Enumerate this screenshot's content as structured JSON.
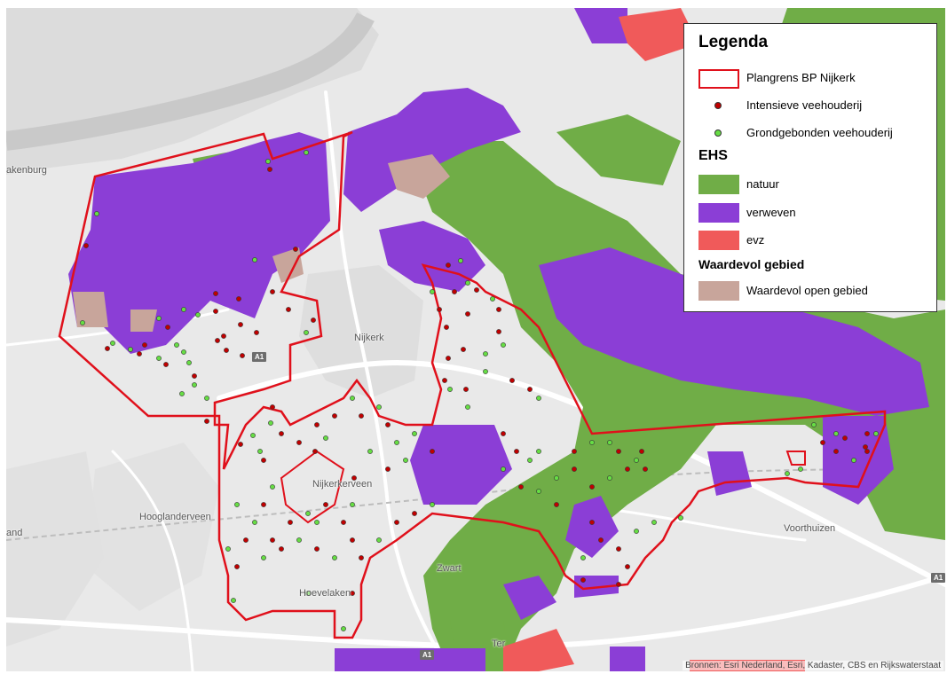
{
  "legend": {
    "title": "Legenda",
    "items": {
      "plangrens": "Plangrens BP Nijkerk",
      "intensieve": "Intensieve veehouderij",
      "grondgebonden": "Grondgebonden veehouderij"
    },
    "ehs_heading": "EHS",
    "ehs": {
      "natuur": "natuur",
      "verweven": "verweven",
      "evz": "evz"
    },
    "waardevol_heading": "Waardevol gebied",
    "waardevol": {
      "open": "Waardevol open gebied"
    }
  },
  "places": {
    "nijkerk": "Nijkerk",
    "nijkerkerveen": "Nijkerkerveen",
    "hooglanderveen": "Hooglanderveen",
    "voorthuizen": "Voorthuizen",
    "hoevelaken": "Hoevelaken",
    "zwartebroek": "Zwart",
    "terschuur": "Ter",
    "spakenburg": "akenburg",
    "amersfoort": "and"
  },
  "road_labels": {
    "a1_east": "A1",
    "a28": "A1",
    "a1_south": "A1"
  },
  "attribution": "Bronnen: Esri Nederland, Esri, Kadaster, CBS en Rijkswaterstaat",
  "colors": {
    "natuur": "#70ad47",
    "verweven": "#8b3ed6",
    "evz": "#f05a5a",
    "waardevol": "#c8a59b",
    "plangrens": "#e0101b",
    "intensieve": "#c00000",
    "grondgebonden": "#66dd44",
    "water": "#c9c9c9",
    "base": "#e9e9e9"
  }
}
